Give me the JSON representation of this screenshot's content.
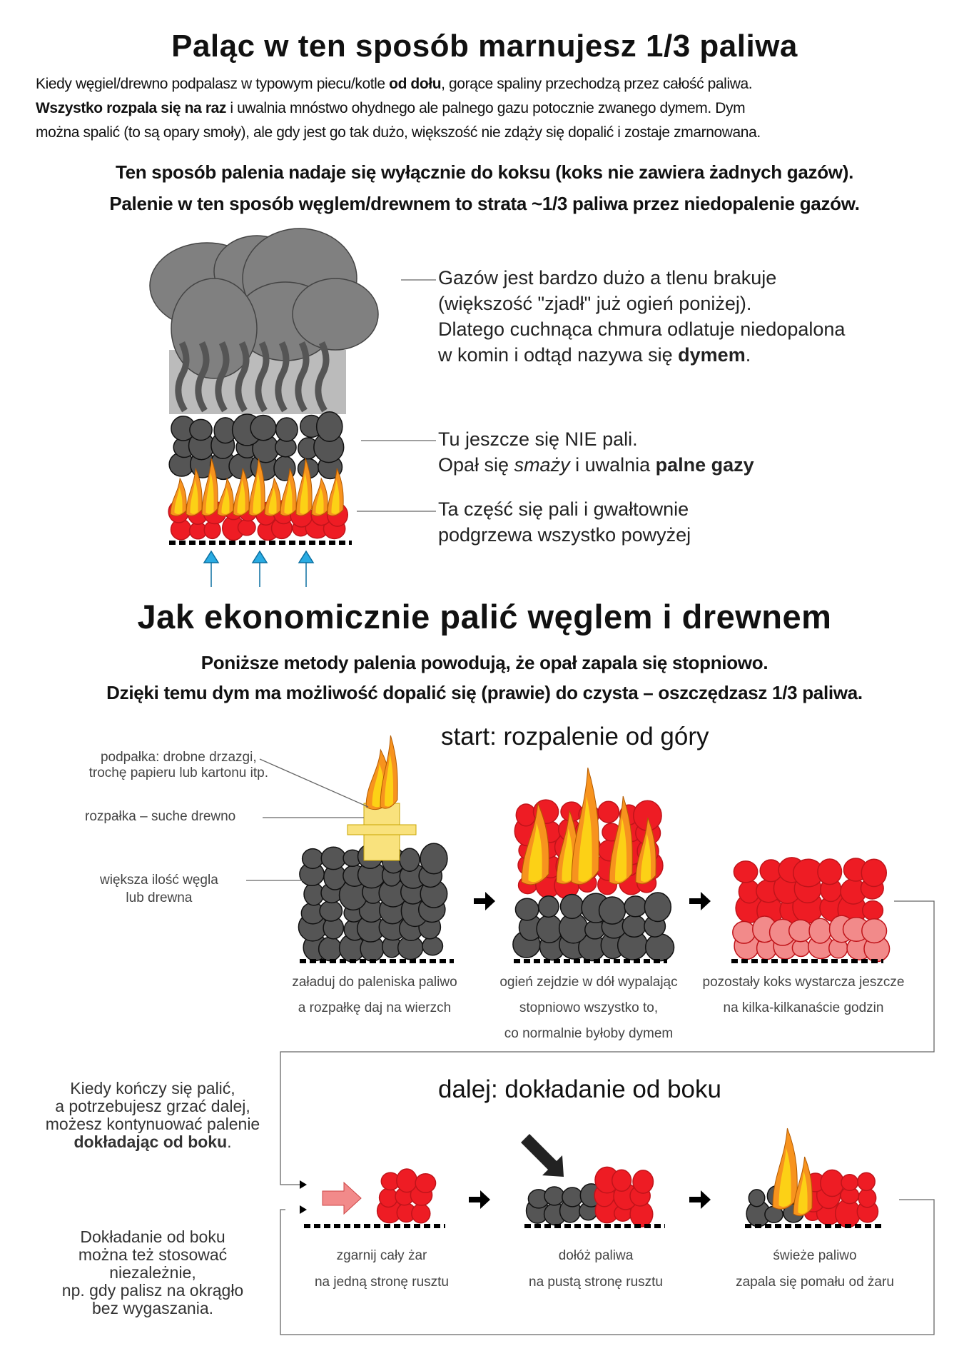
{
  "top": {
    "title": "Paląc w ten sposób marnujesz 1/3 paliwa",
    "intro": [
      {
        "parts": [
          {
            "t": "Kiedy węgiel/drewno podpalasz w typowym piecu/kotle "
          },
          {
            "t": "od dołu",
            "b": true
          },
          {
            "t": ", gorące spaliny przechodzą przez całość paliwa."
          }
        ]
      },
      {
        "parts": [
          {
            "t": "Wszystko rozpala się na raz",
            "b": true
          },
          {
            "t": " i uwalnia mnóstwo ohydnego ale palnego gazu potocznie zwanego dymem. Dym"
          }
        ]
      },
      {
        "parts": [
          {
            "t": "można spalić (to są opary smoły), ale gdy jest go tak dużo, większość nie zdąży się dopalić i zostaje zmarnowana."
          }
        ]
      }
    ],
    "warning_1": "Ten sposób palenia nadaje się wyłącznie do koksu (koks nie zawiera żadnych gazów).",
    "warning_2": "Palenie w ten sposób węglem/drewnem to strata ~1/3 paliwa przez niedopalenie gazów.",
    "notes": {
      "smoke": [
        {
          "parts": [
            {
              "t": "Gazów jest bardzo dużo a tlenu brakuje"
            }
          ]
        },
        {
          "parts": [
            {
              "t": "(większość \"zjadł\" już ogień poniżej)."
            }
          ]
        },
        {
          "parts": [
            {
              "t": "Dlatego cuchnąca chmura odlatuje niedopalona"
            }
          ]
        },
        {
          "parts": [
            {
              "t": "w komin i odtąd nazywa się "
            },
            {
              "t": "dymem",
              "b": true
            },
            {
              "t": "."
            }
          ]
        }
      ],
      "unburnt": [
        {
          "parts": [
            {
              "t": "Tu jeszcze się NIE pali."
            }
          ]
        },
        {
          "parts": [
            {
              "t": "Opał się "
            },
            {
              "t": "smaży",
              "i": true
            },
            {
              "t": " i uwalnia "
            },
            {
              "t": "palne gazy",
              "b": true
            }
          ]
        }
      ],
      "burning": [
        {
          "parts": [
            {
              "t": "Ta część się pali i gwałtownie"
            }
          ]
        },
        {
          "parts": [
            {
              "t": "podgrzewa wszystko powyżej"
            }
          ]
        }
      ]
    }
  },
  "bottom": {
    "title": "Jak ekonomicznie palić węglem i drewnem",
    "sub_1": [
      {
        "t": "Poniższe metody palenia powodują, że opał zapala się "
      },
      {
        "t": "stopniowo",
        "b": true
      },
      {
        "t": "."
      }
    ],
    "sub_2": "Dzięki temu dym ma możliwość dopalić się (prawie) do czysta – oszczędzasz 1/3 paliwa.",
    "start": {
      "heading": "start: rozpalenie od góry",
      "labels": {
        "podpalka": [
          "podpałka: drobne drzazgi,",
          "trochę papieru lub kartonu itp."
        ],
        "rozpalka": "rozpałka – suche drewno",
        "wegiel": [
          "większa ilość węgla",
          "lub drewna"
        ]
      },
      "captions": [
        [
          "załaduj do paleniska paliwo",
          "a rozpałkę daj na wierzch"
        ],
        [
          "ogień zejdzie w dół wypalając",
          "stopniowo wszystko to,",
          "co normalnie byłoby dymem"
        ],
        [
          "pozostały koks wystarcza jeszcze",
          "na kilka-kilkanaście godzin"
        ]
      ]
    },
    "side": {
      "heading": "dalej: dokładanie od boku",
      "intro": [
        {
          "t": "Kiedy kończy się palić,"
        },
        {
          "t": "a potrzebujesz grzać dalej,"
        },
        {
          "t": "możesz kontynuować palenie"
        },
        {
          "t": "dokładając od boku",
          "b": true,
          "tail": "."
        }
      ],
      "alt": [
        "Dokładanie od boku",
        "można też stosować",
        "niezależnie,",
        "np. gdy palisz na okrągło",
        "bez wygaszania."
      ],
      "captions": [
        [
          "zgarnij cały żar",
          "na jedną stronę rusztu"
        ],
        [
          "dołóż paliwa",
          "na pustą stronę rusztu"
        ],
        [
          "świeże paliwo",
          "zapala się pomału od żaru"
        ]
      ]
    }
  },
  "colors": {
    "coal": "#555555",
    "ember": "#ee1c24",
    "ash": "#f28a8a",
    "flame_out": "#f7931e",
    "flame_in": "#fcd116",
    "smoke": "#808080",
    "air": "#29abe2",
    "kindling": "#f9e27d"
  }
}
